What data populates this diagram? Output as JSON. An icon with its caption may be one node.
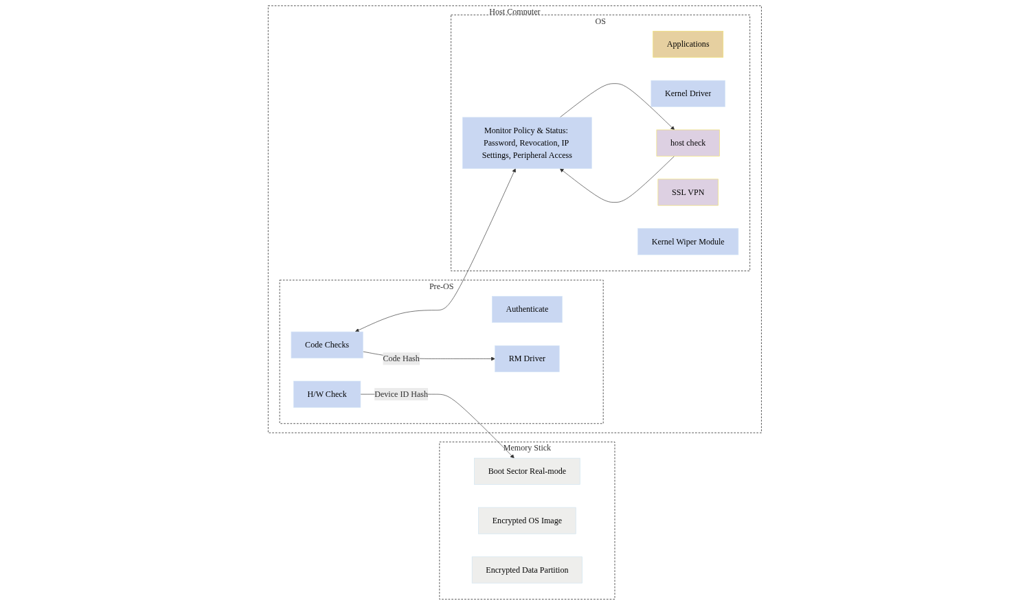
{
  "diagram": {
    "nodes": [
      {
        "text": [
          "Memory Stick"
        ]
      },
      {
        "text": [
          "Boot Sector Real-mode"
        ],
        "in": 0
      },
      {
        "text": [
          "Encrypted OS Image"
        ],
        "in": 0
      },
      {
        "text": [
          "Encrypted Data Partition"
        ],
        "in": 0
      },
      {
        "text": [
          "Host Computer"
        ]
      },
      {
        "text": [
          "Pre-OS"
        ],
        "in": 4
      },
      {
        "text": [
          "Authenticate"
        ],
        "in": 5
      },
      {
        "text": [
          "H/W Check"
        ],
        "in": 5
      },
      {
        "text": [
          "RM Driver"
        ],
        "in": 5
      },
      {
        "text": [
          "Code Checks"
        ],
        "in": 5
      },
      {
        "text": [
          "OS"
        ],
        "in": 4
      },
      {
        "text": [
          "Applications"
        ],
        "in": 10
      },
      {
        "text": [
          "Kernel Driver"
        ],
        "in": 10
      },
      {
        "text": [
          "host check"
        ],
        "in": 10
      },
      {
        "text": [
          "SSL VPN"
        ],
        "in": 10
      },
      {
        "text": [
          "Kernel Wiper Module"
        ],
        "in": 10
      },
      {
        "text": [
          "Monitor Policy & Status: Password, Revocation, IP Settings, Peripheral Access"
        ],
        "in": 10
      }
    ],
    "edges": [
      {
        "from": 7,
        "to": 1,
        "label": "Device ID Hash",
        "arrow": "to"
      },
      {
        "from": 9,
        "to": 8,
        "label": "Code Hash",
        "arrow": "to"
      },
      {
        "from": 16,
        "to": 13,
        "arrow": "to"
      },
      {
        "from": 13,
        "to": 16,
        "arrow": "to"
      },
      {
        "from": 9,
        "to": 16,
        "arrow": "both"
      }
    ]
  }
}
